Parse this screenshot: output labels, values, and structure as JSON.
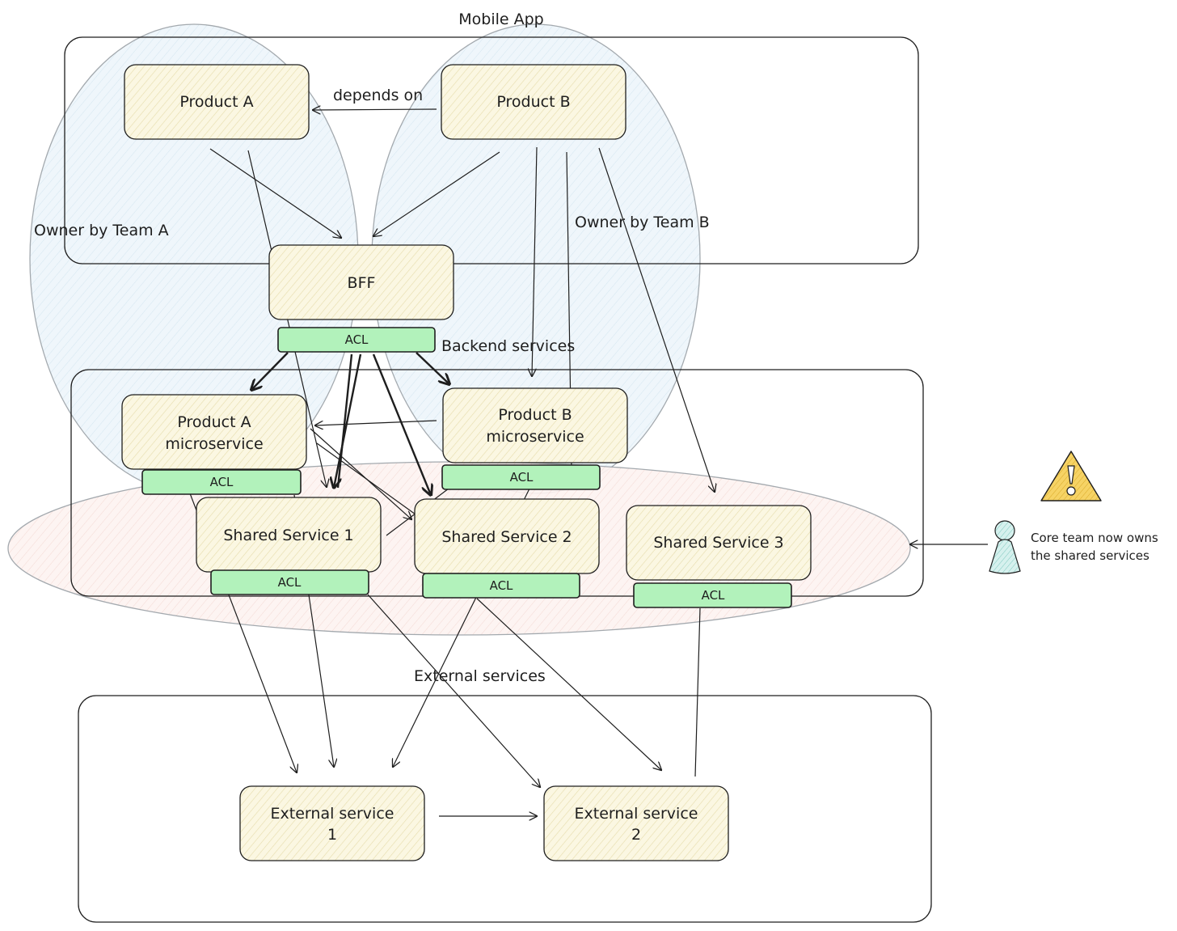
{
  "areas": {
    "mobile_app": "Mobile App",
    "backend_services": "Backend services",
    "external_services": "External services"
  },
  "owners": {
    "team_a": "Owner by Team A",
    "team_b": "Owner by Team B"
  },
  "nodes": {
    "product_a": "Product A",
    "product_b": "Product B",
    "bff": "BFF",
    "product_a_ms_line1": "Product A",
    "product_a_ms_line2": "microservice",
    "product_b_ms_line1": "Product B",
    "product_b_ms_line2": "microservice",
    "shared_1": "Shared Service 1",
    "shared_2": "Shared Service 2",
    "shared_3": "Shared Service 3",
    "external_1_line1": "External service",
    "external_1_line2": "1",
    "external_2_line1": "External service",
    "external_2_line2": "2"
  },
  "acl_label": "ACL",
  "edges": {
    "depends_on": "depends on"
  },
  "note": {
    "line1": "Core team now owns",
    "line2": "the shared services",
    "warning_icon": "warning-icon",
    "person_icon": "person-icon"
  },
  "colors": {
    "node_fill": "#f7f3dc",
    "acl_fill": "#b2f2bb",
    "team_fill": "#e7f5ff",
    "core_fill": "#fff0ee",
    "warning_fill": "#f6d365",
    "person_fill": "#c3ebe6",
    "stroke": "#1e1e1e"
  }
}
